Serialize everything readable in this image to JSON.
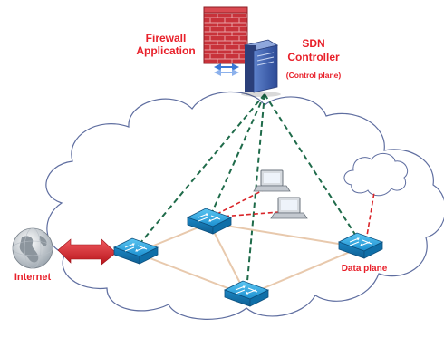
{
  "labels": {
    "firewall_line1": "Firewall",
    "firewall_line2": "Application",
    "sdn_line1": "SDN",
    "sdn_line2": "Controller",
    "control_plane": "(Control  plane)",
    "internet": "Internet",
    "data_plane": "Data plane"
  },
  "colors": {
    "label_red": "#e8202a",
    "control_link": "#1f6b4a",
    "host_link": "#d9262a",
    "data_link": "#e8c9ad",
    "switch_blue": "#1e9fdc",
    "brick_red": "#c8323a",
    "server_blue": "#3a5fb0",
    "arrow_red": "#d81f26",
    "sync_arrow_blue": "#3b78d6"
  },
  "icons": {
    "firewall": "brick-wall-icon",
    "controller": "server-tower-icon",
    "sync": "bidirectional-arrow-icon",
    "internet": "globe-icon",
    "internet_link": "bidirectional-arrow-icon",
    "switch": "network-switch-icon",
    "host": "laptop-icon",
    "remote_network": "small-cloud-icon"
  }
}
